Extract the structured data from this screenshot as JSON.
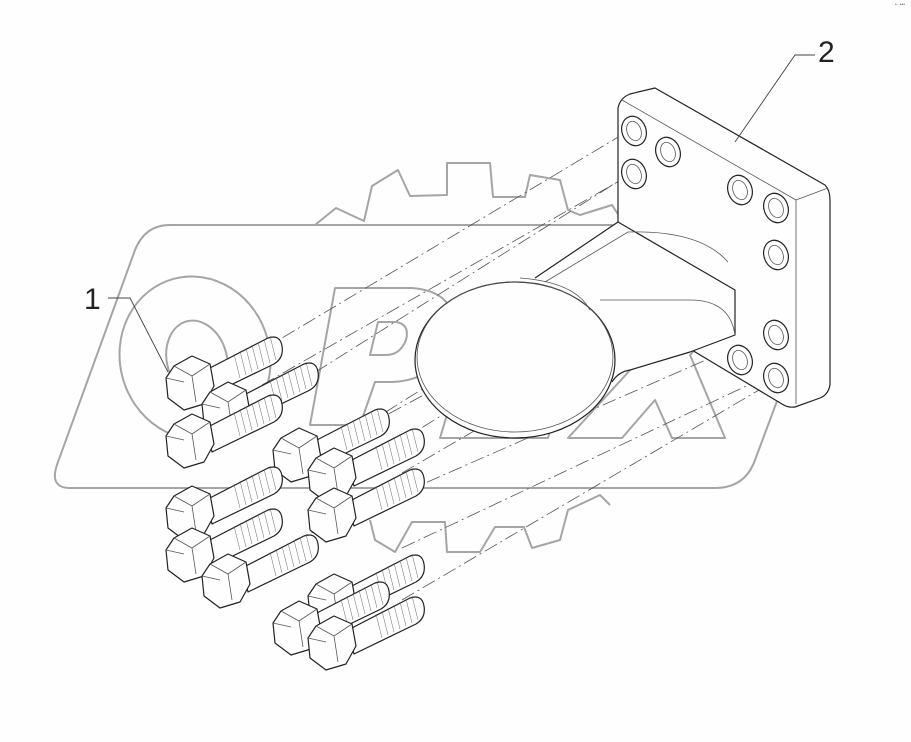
{
  "diagram": {
    "type": "exploded-parts-view",
    "watermark": {
      "text": "OPEX",
      "color": "#a4a6a4"
    },
    "callouts": [
      {
        "number": "1",
        "part": "hex bolt (x16)"
      },
      {
        "number": "2",
        "part": "mounting bracket / tow eye with flange"
      }
    ],
    "corner_mark": "•· •••",
    "line_color": "#222222",
    "background": "#fdfefd"
  }
}
